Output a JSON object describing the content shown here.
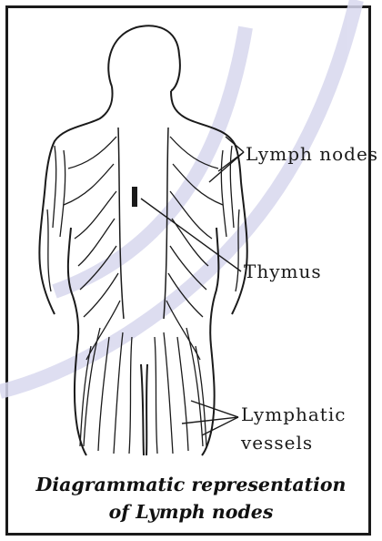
{
  "labels": {
    "lymph_nodes": "Lymph nodes",
    "thymus": "Thymus",
    "lymphatic": "Lymphatic",
    "vessels": "vessels"
  },
  "caption": {
    "line1": "Diagrammatic representation",
    "line2": "of Lymph nodes"
  },
  "colors": {
    "watermark": "#d8d8ee",
    "ink": "#1a1a1a"
  }
}
